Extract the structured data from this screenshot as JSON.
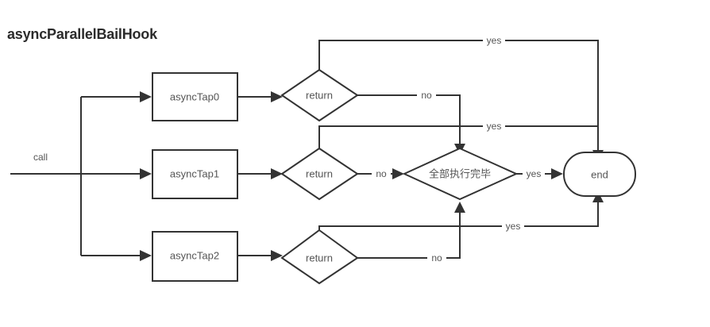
{
  "title": "asyncParallelBailHook",
  "colors": {
    "stroke": "#333333",
    "text": "#555555",
    "title": "#2b2b2b",
    "background": "#ffffff"
  },
  "nodes": {
    "call": {
      "label": "call",
      "shape": "line-start"
    },
    "tap0": {
      "label": "asyncTap0",
      "shape": "rect"
    },
    "tap1": {
      "label": "asyncTap1",
      "shape": "rect"
    },
    "tap2": {
      "label": "asyncTap2",
      "shape": "rect"
    },
    "return0": {
      "label": "return",
      "shape": "diamond"
    },
    "return1": {
      "label": "return",
      "shape": "diamond"
    },
    "return2": {
      "label": "return",
      "shape": "diamond"
    },
    "allDone": {
      "label": "全部执行完毕",
      "shape": "diamond"
    },
    "end": {
      "label": "end",
      "shape": "stadium"
    }
  },
  "edge_labels": {
    "return0_yes": "yes",
    "return0_no": "no",
    "return1_yes": "yes",
    "return1_no": "no",
    "return2_yes": "yes",
    "return2_no": "no",
    "allDone_yes": "yes"
  },
  "chart_data": {
    "type": "flowchart",
    "title": "asyncParallelBailHook",
    "nodes": [
      {
        "id": "call",
        "label": "call",
        "shape": "label-only"
      },
      {
        "id": "tap0",
        "label": "asyncTap0",
        "shape": "rect"
      },
      {
        "id": "tap1",
        "label": "asyncTap1",
        "shape": "rect"
      },
      {
        "id": "tap2",
        "label": "asyncTap2",
        "shape": "rect"
      },
      {
        "id": "return0",
        "label": "return",
        "shape": "diamond"
      },
      {
        "id": "return1",
        "label": "return",
        "shape": "diamond"
      },
      {
        "id": "return2",
        "label": "return",
        "shape": "diamond"
      },
      {
        "id": "allDone",
        "label": "全部执行完毕",
        "shape": "diamond"
      },
      {
        "id": "end",
        "label": "end",
        "shape": "stadium"
      }
    ],
    "edges": [
      {
        "from": "call",
        "to": "tap0",
        "label": ""
      },
      {
        "from": "call",
        "to": "tap1",
        "label": ""
      },
      {
        "from": "call",
        "to": "tap2",
        "label": ""
      },
      {
        "from": "tap0",
        "to": "return0",
        "label": ""
      },
      {
        "from": "tap1",
        "to": "return1",
        "label": ""
      },
      {
        "from": "tap2",
        "to": "return2",
        "label": ""
      },
      {
        "from": "return0",
        "to": "end",
        "label": "yes"
      },
      {
        "from": "return0",
        "to": "allDone",
        "label": "no"
      },
      {
        "from": "return1",
        "to": "end",
        "label": "yes"
      },
      {
        "from": "return1",
        "to": "allDone",
        "label": "no"
      },
      {
        "from": "return2",
        "to": "end",
        "label": "yes"
      },
      {
        "from": "return2",
        "to": "allDone",
        "label": "no"
      },
      {
        "from": "allDone",
        "to": "end",
        "label": "yes"
      }
    ]
  }
}
